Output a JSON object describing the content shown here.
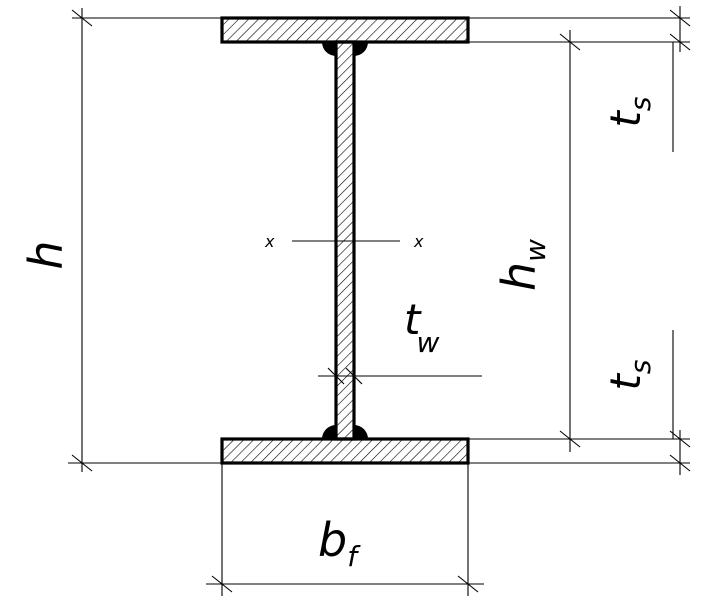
{
  "labels": {
    "h": "h",
    "hw_main": "h",
    "hw_sub": "w",
    "tw_main": "t",
    "tw_sub": "w",
    "ts_top_main": "t",
    "ts_top_sub": "s",
    "ts_bot_main": "t",
    "ts_bot_sub": "s",
    "bf_main": "b",
    "bf_sub": "f",
    "axis_left": "x",
    "axis_right": "x"
  }
}
